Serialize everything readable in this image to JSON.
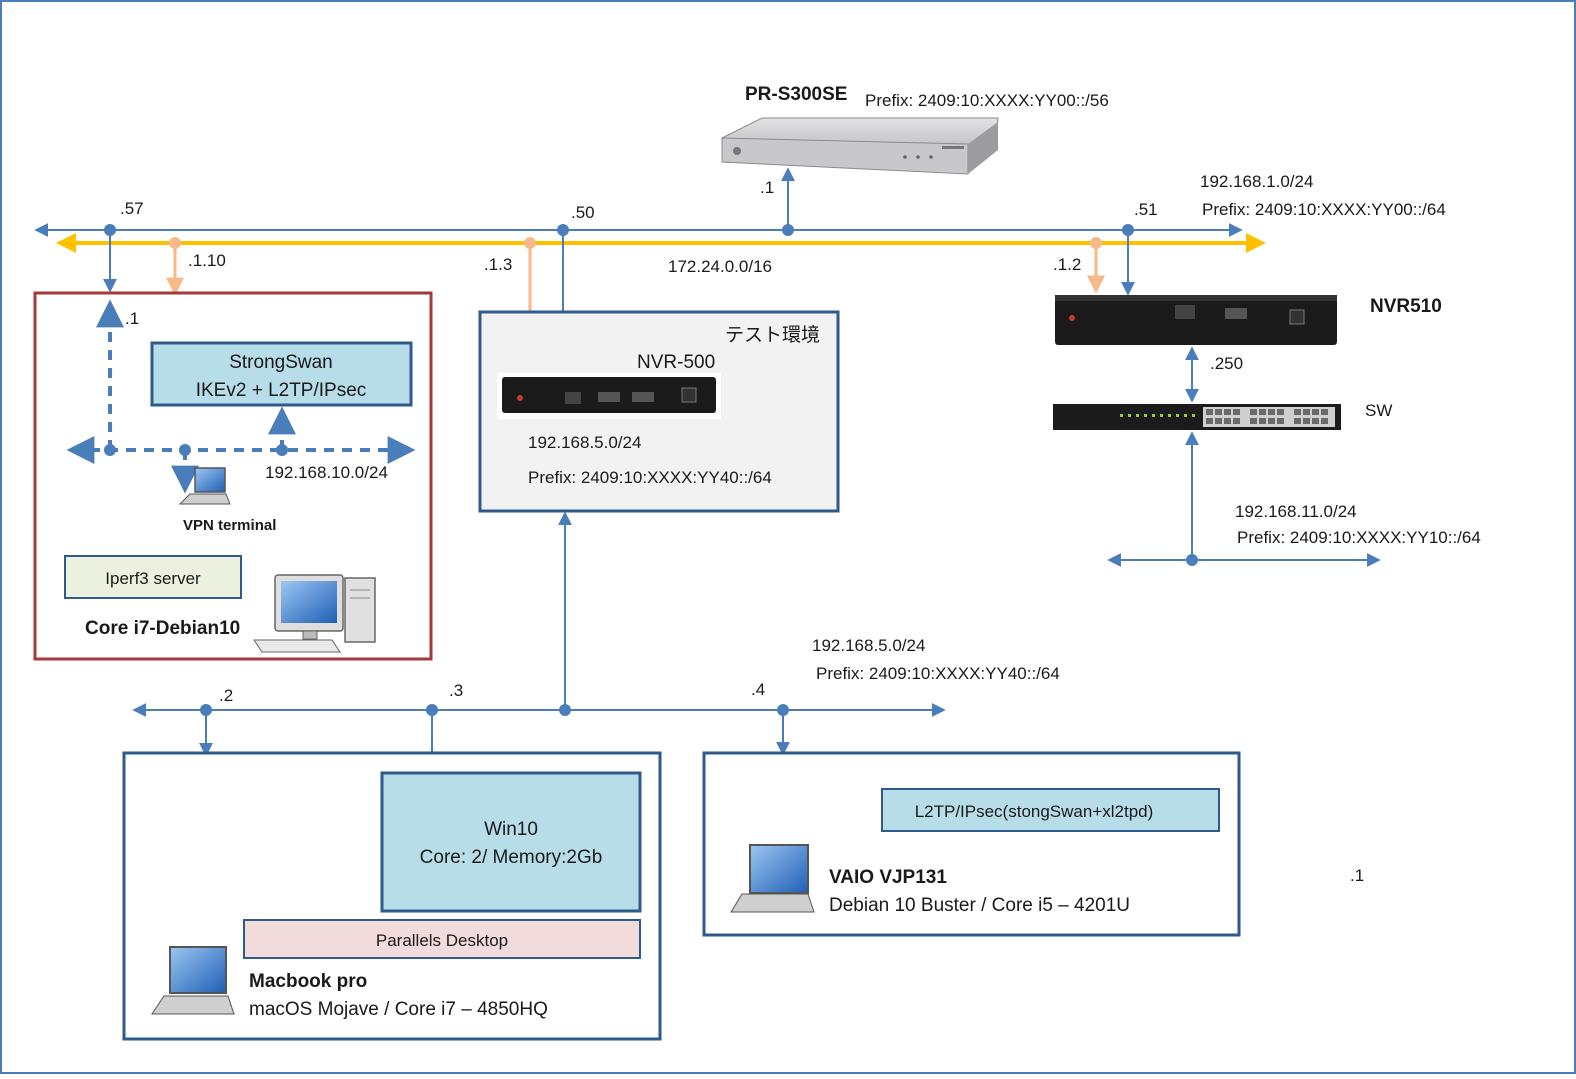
{
  "devices": {
    "prs300se": {
      "name": "PR-S300SE",
      "prefix": "Prefix: 2409:10:XXXX:YY00::/56",
      "port": ".1"
    },
    "nvr510": {
      "name": "NVR510",
      "port": ".250"
    },
    "sw": {
      "name": "SW"
    },
    "nvr500": {
      "name": "NVR-500"
    }
  },
  "lan1": {
    "subnet": "192.168.1.0/24",
    "prefix": "Prefix: 2409:10:XXXX:YY00::/64",
    "wan_subnet": "172.24.0.0/16",
    "host_57": ".57",
    "host_50": ".50",
    "host_51": ".51",
    "host_1_10": ".1.10",
    "host_1_3": ".1.3",
    "host_1_2": ".1.2"
  },
  "debian_box": {
    "gw_label": ".1",
    "strongswan_line1": "StrongSwan",
    "strongswan_line2": "IKEv2 + L2TP/IPsec",
    "subnet": "192.168.10.0/24",
    "vpn_terminal": "VPN terminal",
    "iperf": "Iperf3 server",
    "title": "Core i7-Debian10"
  },
  "test_env": {
    "title": "テスト環境",
    "subnet": "192.168.5.0/24",
    "prefix": "Prefix: 2409:10:XXXX:YY40::/64"
  },
  "lan11": {
    "subnet": "192.168.11.0/24",
    "prefix": "Prefix: 2409:10:XXXX:YY10::/64"
  },
  "lan5": {
    "subnet": "192.168.5.0/24",
    "prefix": "Prefix: 2409:10:XXXX:YY40::/64",
    "host_2": ".2",
    "host_3": ".3",
    "host_4": ".4"
  },
  "macbook": {
    "win10_line1": "Win10",
    "win10_line2": "Core: 2/ Memory:2Gb",
    "parallels": "Parallels Desktop",
    "title": "Macbook pro",
    "desc": "macOS Mojave / Core i7 – 4850HQ"
  },
  "vaio": {
    "l2tp": "L2TP/IPsec(stongSwan+xl2tpd)",
    "title": "VAIO VJP131",
    "desc": "Debian 10 Buster / Core i5 – 4201U"
  },
  "stray_label": ".1",
  "colors": {
    "lan_line": "#4a7ebb",
    "wan_line": "#ffc000",
    "peach_link": "#f8b98a",
    "debian_border": "#a33a3a",
    "box_border": "#2e5a8c",
    "box_fill_blue": "#b7dde8",
    "box_fill_green": "#ebf1de",
    "box_fill_pink": "#f2dcdb",
    "test_env_fill": "#f2f2f2"
  }
}
